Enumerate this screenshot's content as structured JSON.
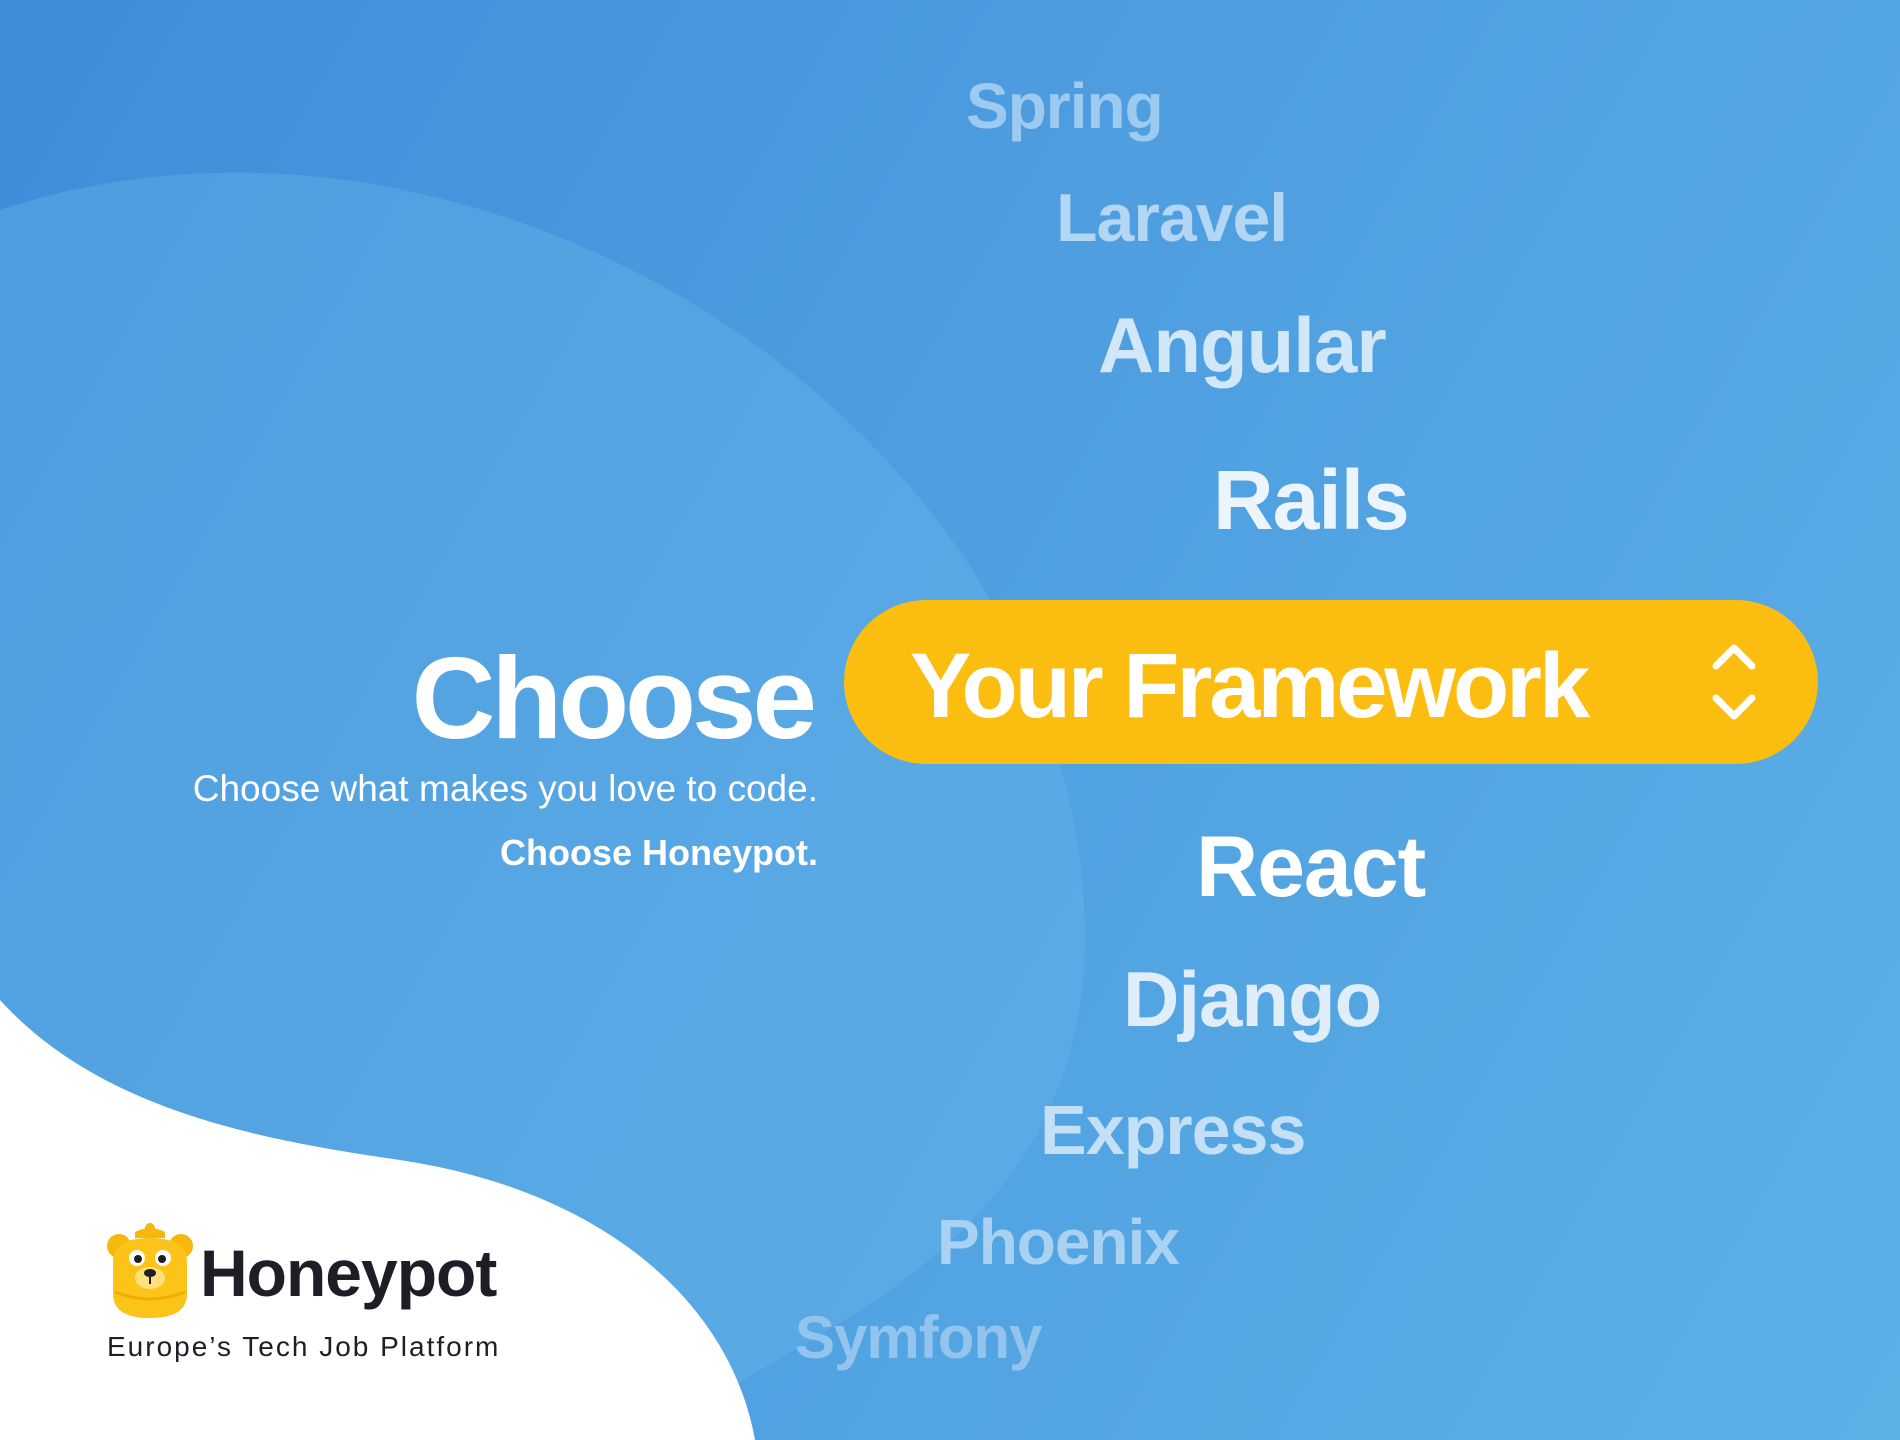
{
  "frameworks_above": [
    "Spring",
    "Laravel",
    "Angular",
    "Rails"
  ],
  "frameworks_below": [
    "React",
    "Django",
    "Express",
    "Phoenix",
    "Symfony"
  ],
  "headline": {
    "prefix": "Choose",
    "selected": "Your Framework"
  },
  "tagline": "Choose what makes you love to code.",
  "cta": "Choose Honeypot.",
  "brand": {
    "name": "Honeypot",
    "subtitle": "Europe’s Tech Job Platform",
    "logo_icon": "honeypot-bear-icon"
  },
  "icons": {
    "selector": "up-down-chevron-icon"
  },
  "colors": {
    "background": "#4a9ade",
    "accent": "#fcbd11",
    "text": "#ffffff",
    "brand_text": "#1e1e27"
  }
}
